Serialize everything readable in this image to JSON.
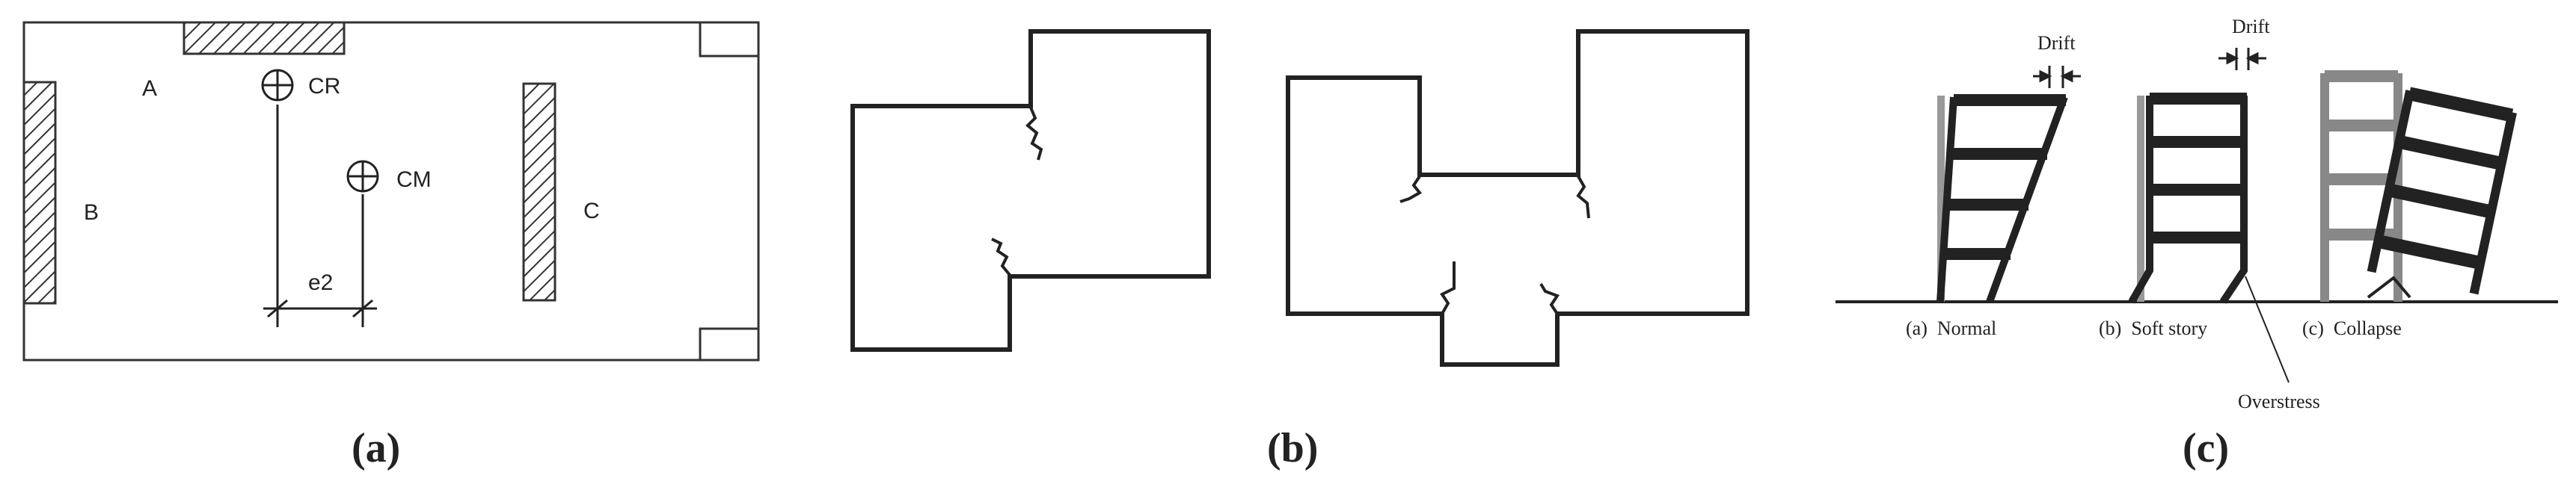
{
  "panel_a": {
    "walls": {
      "a": "A",
      "b": "B",
      "c": "C"
    },
    "center_rigidity": "CR",
    "center_mass": "CM",
    "eccentricity": "e2",
    "caption": "(a)"
  },
  "panel_b": {
    "caption": "(b)"
  },
  "panel_c": {
    "drift_1": "Drift",
    "drift_2": "Drift",
    "normal": "(a)  Normal",
    "soft_story": "(b)  Soft story",
    "collapse": "(c)  Collapse",
    "overstress": "Overstress",
    "caption": "(c)"
  }
}
